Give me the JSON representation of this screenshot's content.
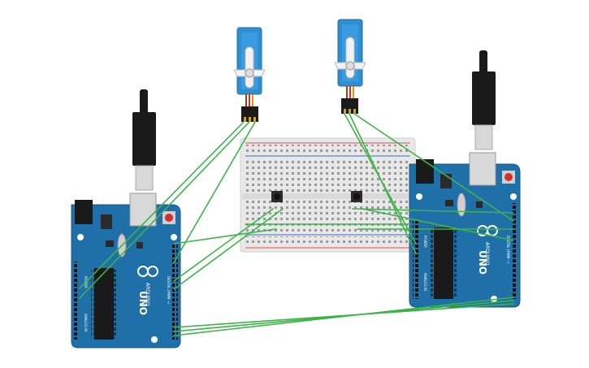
{
  "colors": {
    "board_blue": "#1f6fa8",
    "board_dark": "#185a8c",
    "wire_green": "#3db34a",
    "servo_blue": "#2e8ed0",
    "breadboard": "#e6e6e6",
    "rail_red": "#d9534f",
    "rail_blue": "#3b6fb6",
    "usb_black": "#1a1a1a"
  },
  "arduino_left": {
    "brand": "ARDUINO",
    "model": "UNO",
    "icon": "infinity-logo-icon",
    "digital_label": "DIGITAL (PWM ~)",
    "power_label": "POWER",
    "analog_label": "ANALOG IN"
  },
  "arduino_right": {
    "brand": "ARDUINO",
    "model": "UNO",
    "icon": "infinity-logo-icon",
    "digital_label": "DIGITAL (PWM ~)",
    "power_label": "POWER",
    "analog_label": "ANALOG IN"
  },
  "servo_left": {
    "icon": "servo-motor-icon"
  },
  "servo_right": {
    "icon": "servo-motor-icon"
  },
  "breadboard": {
    "icon": "breadboard-icon"
  },
  "pushbuttons": [
    {
      "icon": "pushbutton-icon"
    },
    {
      "icon": "pushbutton-icon"
    }
  ]
}
